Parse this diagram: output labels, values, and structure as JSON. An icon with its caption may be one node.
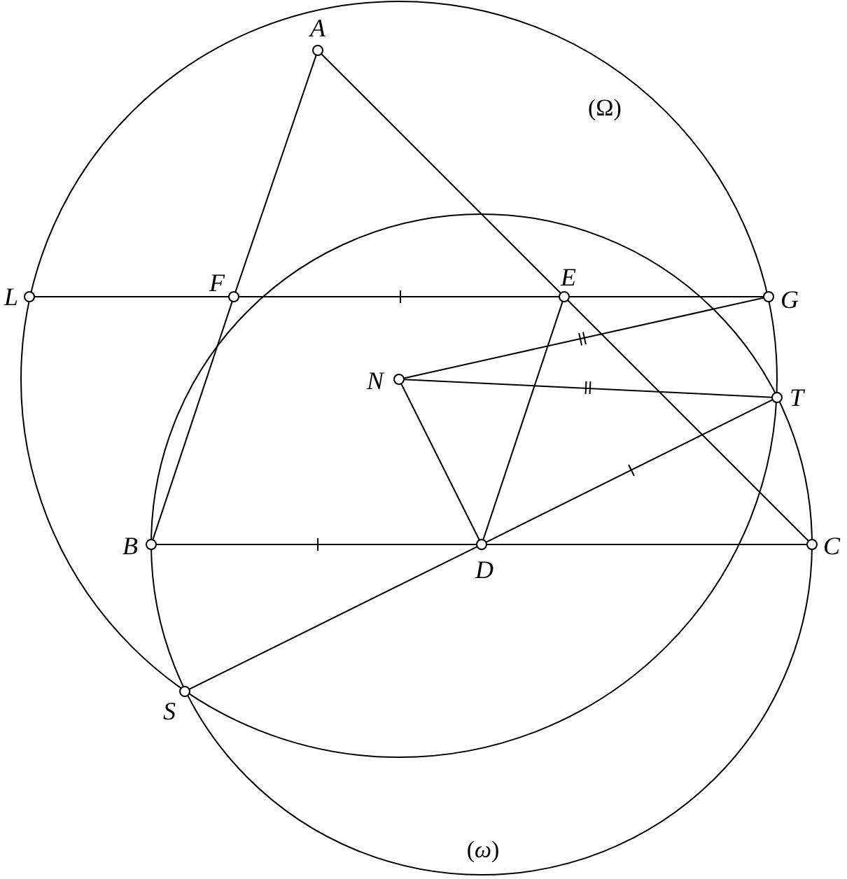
{
  "diagram": {
    "nodes": [
      {
        "text": [],
        "shape": "circle",
        "beside": [
          "A"
        ]
      },
      {
        "text": [],
        "shape": "circle",
        "beside": [
          "L"
        ]
      },
      {
        "text": [],
        "shape": "circle",
        "beside": [
          "F"
        ]
      },
      {
        "text": [],
        "shape": "circle",
        "beside": [
          "E"
        ]
      },
      {
        "text": [],
        "shape": "circle",
        "beside": [
          "G"
        ]
      },
      {
        "text": [],
        "shape": "circle",
        "beside": [
          "N"
        ]
      },
      {
        "text": [],
        "shape": "circle",
        "beside": [
          "T"
        ]
      },
      {
        "text": [],
        "shape": "circle",
        "beside": [
          "B"
        ]
      },
      {
        "text": [],
        "shape": "circle",
        "beside": [
          "D"
        ]
      },
      {
        "text": [],
        "shape": "circle",
        "beside": [
          "C"
        ]
      },
      {
        "text": [],
        "shape": "circle",
        "beside": [
          "S"
        ]
      }
    ],
    "edges": [
      {
        "from": 0,
        "to": 2,
        "arrow": "none"
      },
      {
        "from": 2,
        "to": 7,
        "arrow": "none"
      },
      {
        "from": 0,
        "to": 3,
        "arrow": "none"
      },
      {
        "from": 3,
        "to": 9,
        "arrow": "none"
      },
      {
        "from": 1,
        "to": 2,
        "arrow": "none"
      },
      {
        "from": 2,
        "to": 3,
        "arrow": "none"
      },
      {
        "from": 3,
        "to": 4,
        "arrow": "none"
      },
      {
        "from": 5,
        "to": 4,
        "arrow": "none"
      },
      {
        "from": 5,
        "to": 6,
        "arrow": "none"
      },
      {
        "from": 5,
        "to": 8,
        "arrow": "none"
      },
      {
        "from": 3,
        "to": 8,
        "arrow": "none"
      },
      {
        "from": 7,
        "to": 8,
        "arrow": "none"
      },
      {
        "from": 8,
        "to": 9,
        "arrow": "none"
      },
      {
        "from": 10,
        "to": 8,
        "arrow": "none"
      },
      {
        "from": 8,
        "to": 6,
        "arrow": "none"
      }
    ],
    "labels": [
      "(Ω)",
      "(*ω*)"
    ]
  }
}
